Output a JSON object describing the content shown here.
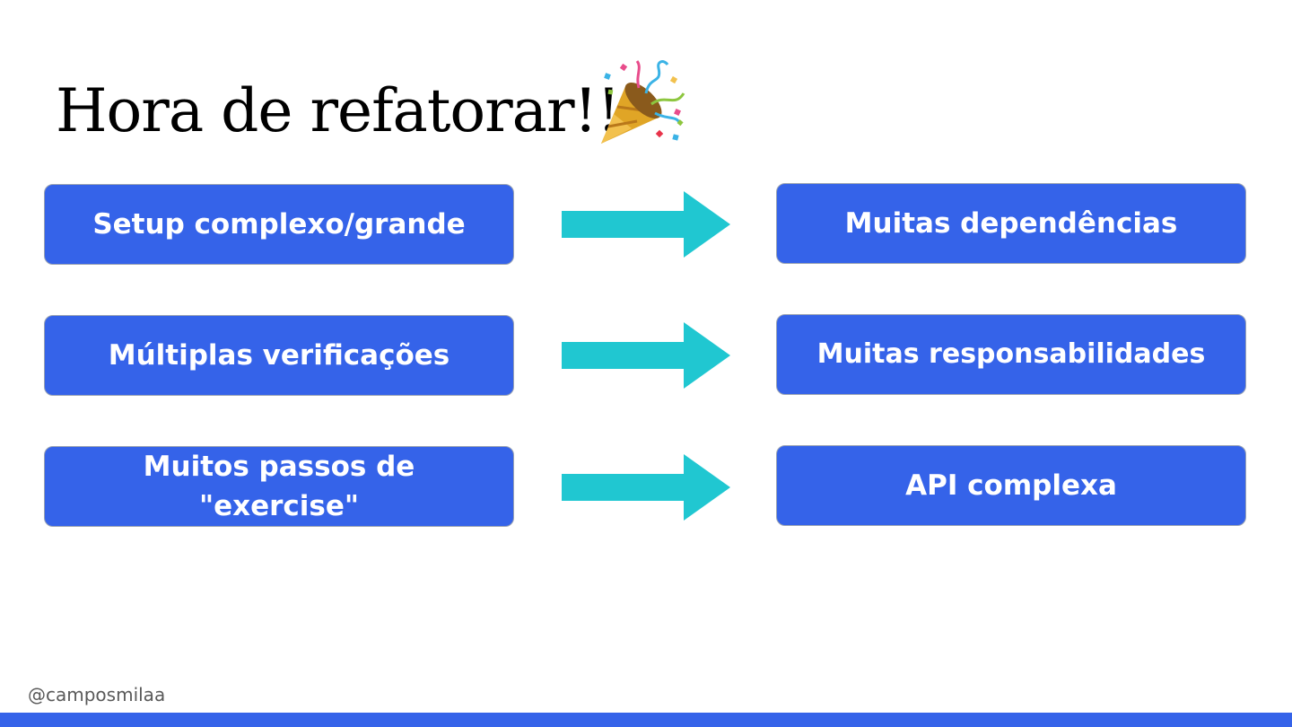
{
  "slide": {
    "title": "Hora de refatorar!!",
    "title_icon": "party-popper-icon"
  },
  "rows": [
    {
      "cause": "Setup complexo/grande",
      "effect": "Muitas dependências"
    },
    {
      "cause": "Múltiplas verificações",
      "effect": "Muitas responsabilidades"
    },
    {
      "cause": "Muitos passos de \"exercise\"",
      "effect": "API complexa"
    }
  ],
  "footer": {
    "handle": "@camposmilaa"
  },
  "colors": {
    "box": "#3563e9",
    "arrow": "#20c7d1",
    "footer_bar": "#3563e9"
  }
}
